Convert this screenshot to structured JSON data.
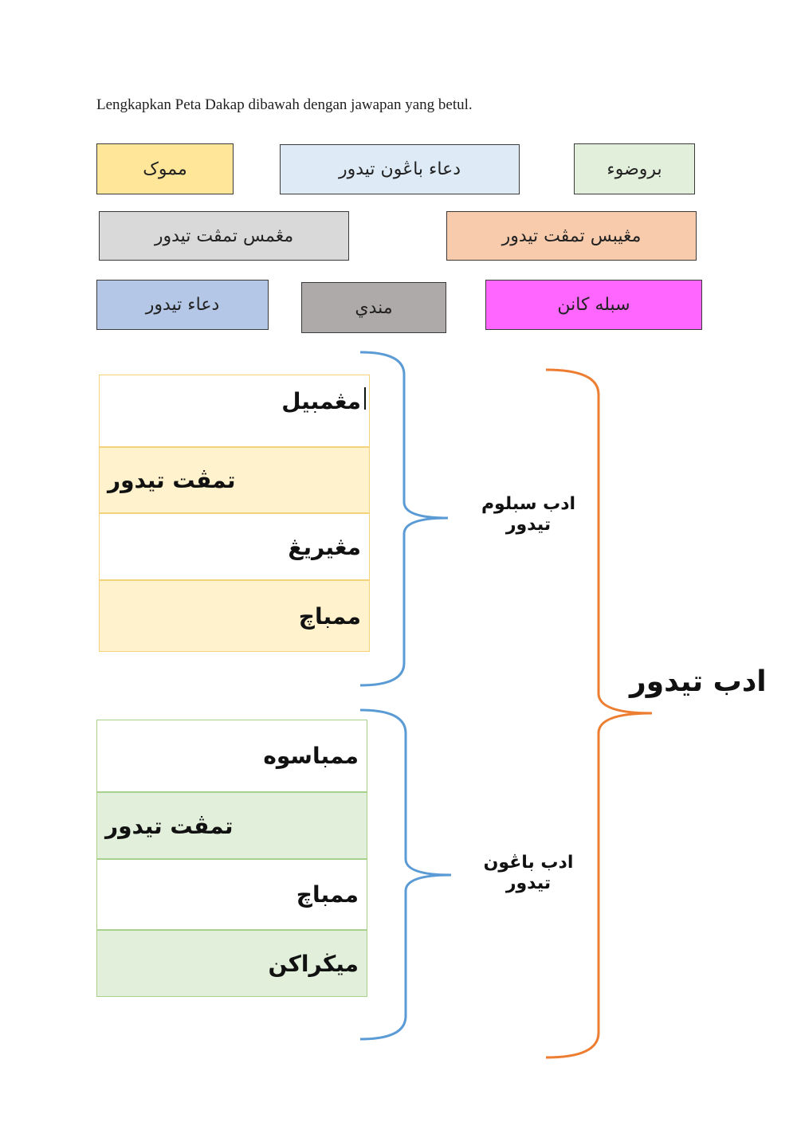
{
  "instruction": "Lengkapkan Peta Dakap dibawah dengan jawapan yang betul.",
  "answer_bank": [
    {
      "label": "مموک",
      "color": "#FFE699"
    },
    {
      "label": "دعاء باڠون تيدور",
      "color": "#DEEBF7"
    },
    {
      "label": "بروضوء",
      "color": "#E2EFDA"
    },
    {
      "label": "مڠمس تمڤت تيدور",
      "color": "#D9D9D9"
    },
    {
      "label": "مڠيبس تمڤت تيدور",
      "color": "#F8CBAD"
    },
    {
      "label": "دعاء تيدور",
      "color": "#B4C7E7"
    },
    {
      "label": "مندي",
      "color": "#AEAAAA"
    },
    {
      "label": "سبله كانن",
      "color": "#FF66FF"
    }
  ],
  "main_topic": "ادب تيدور",
  "branches": [
    {
      "label_line1": "ادب سبلوم",
      "label_line2": "تيدور",
      "items": [
        "مڠمبيل",
        "تمڤت تيدور",
        "مڠيريڠ",
        "ممباچ"
      ]
    },
    {
      "label_line1": "ادب باڠون",
      "label_line2": "تيدور",
      "items": [
        "ممباسوه",
        "تمڤت تيدور",
        "ممباچ",
        "ميڬراكن"
      ]
    }
  ],
  "colors": {
    "branch_brace": "#5B9BD5",
    "main_brace": "#ED7D31",
    "branch1_fill": "#FFF2CC",
    "branch1_border": "#F4D27A",
    "branch2_fill": "#E2EFDA",
    "branch2_border": "#A9D18E"
  }
}
